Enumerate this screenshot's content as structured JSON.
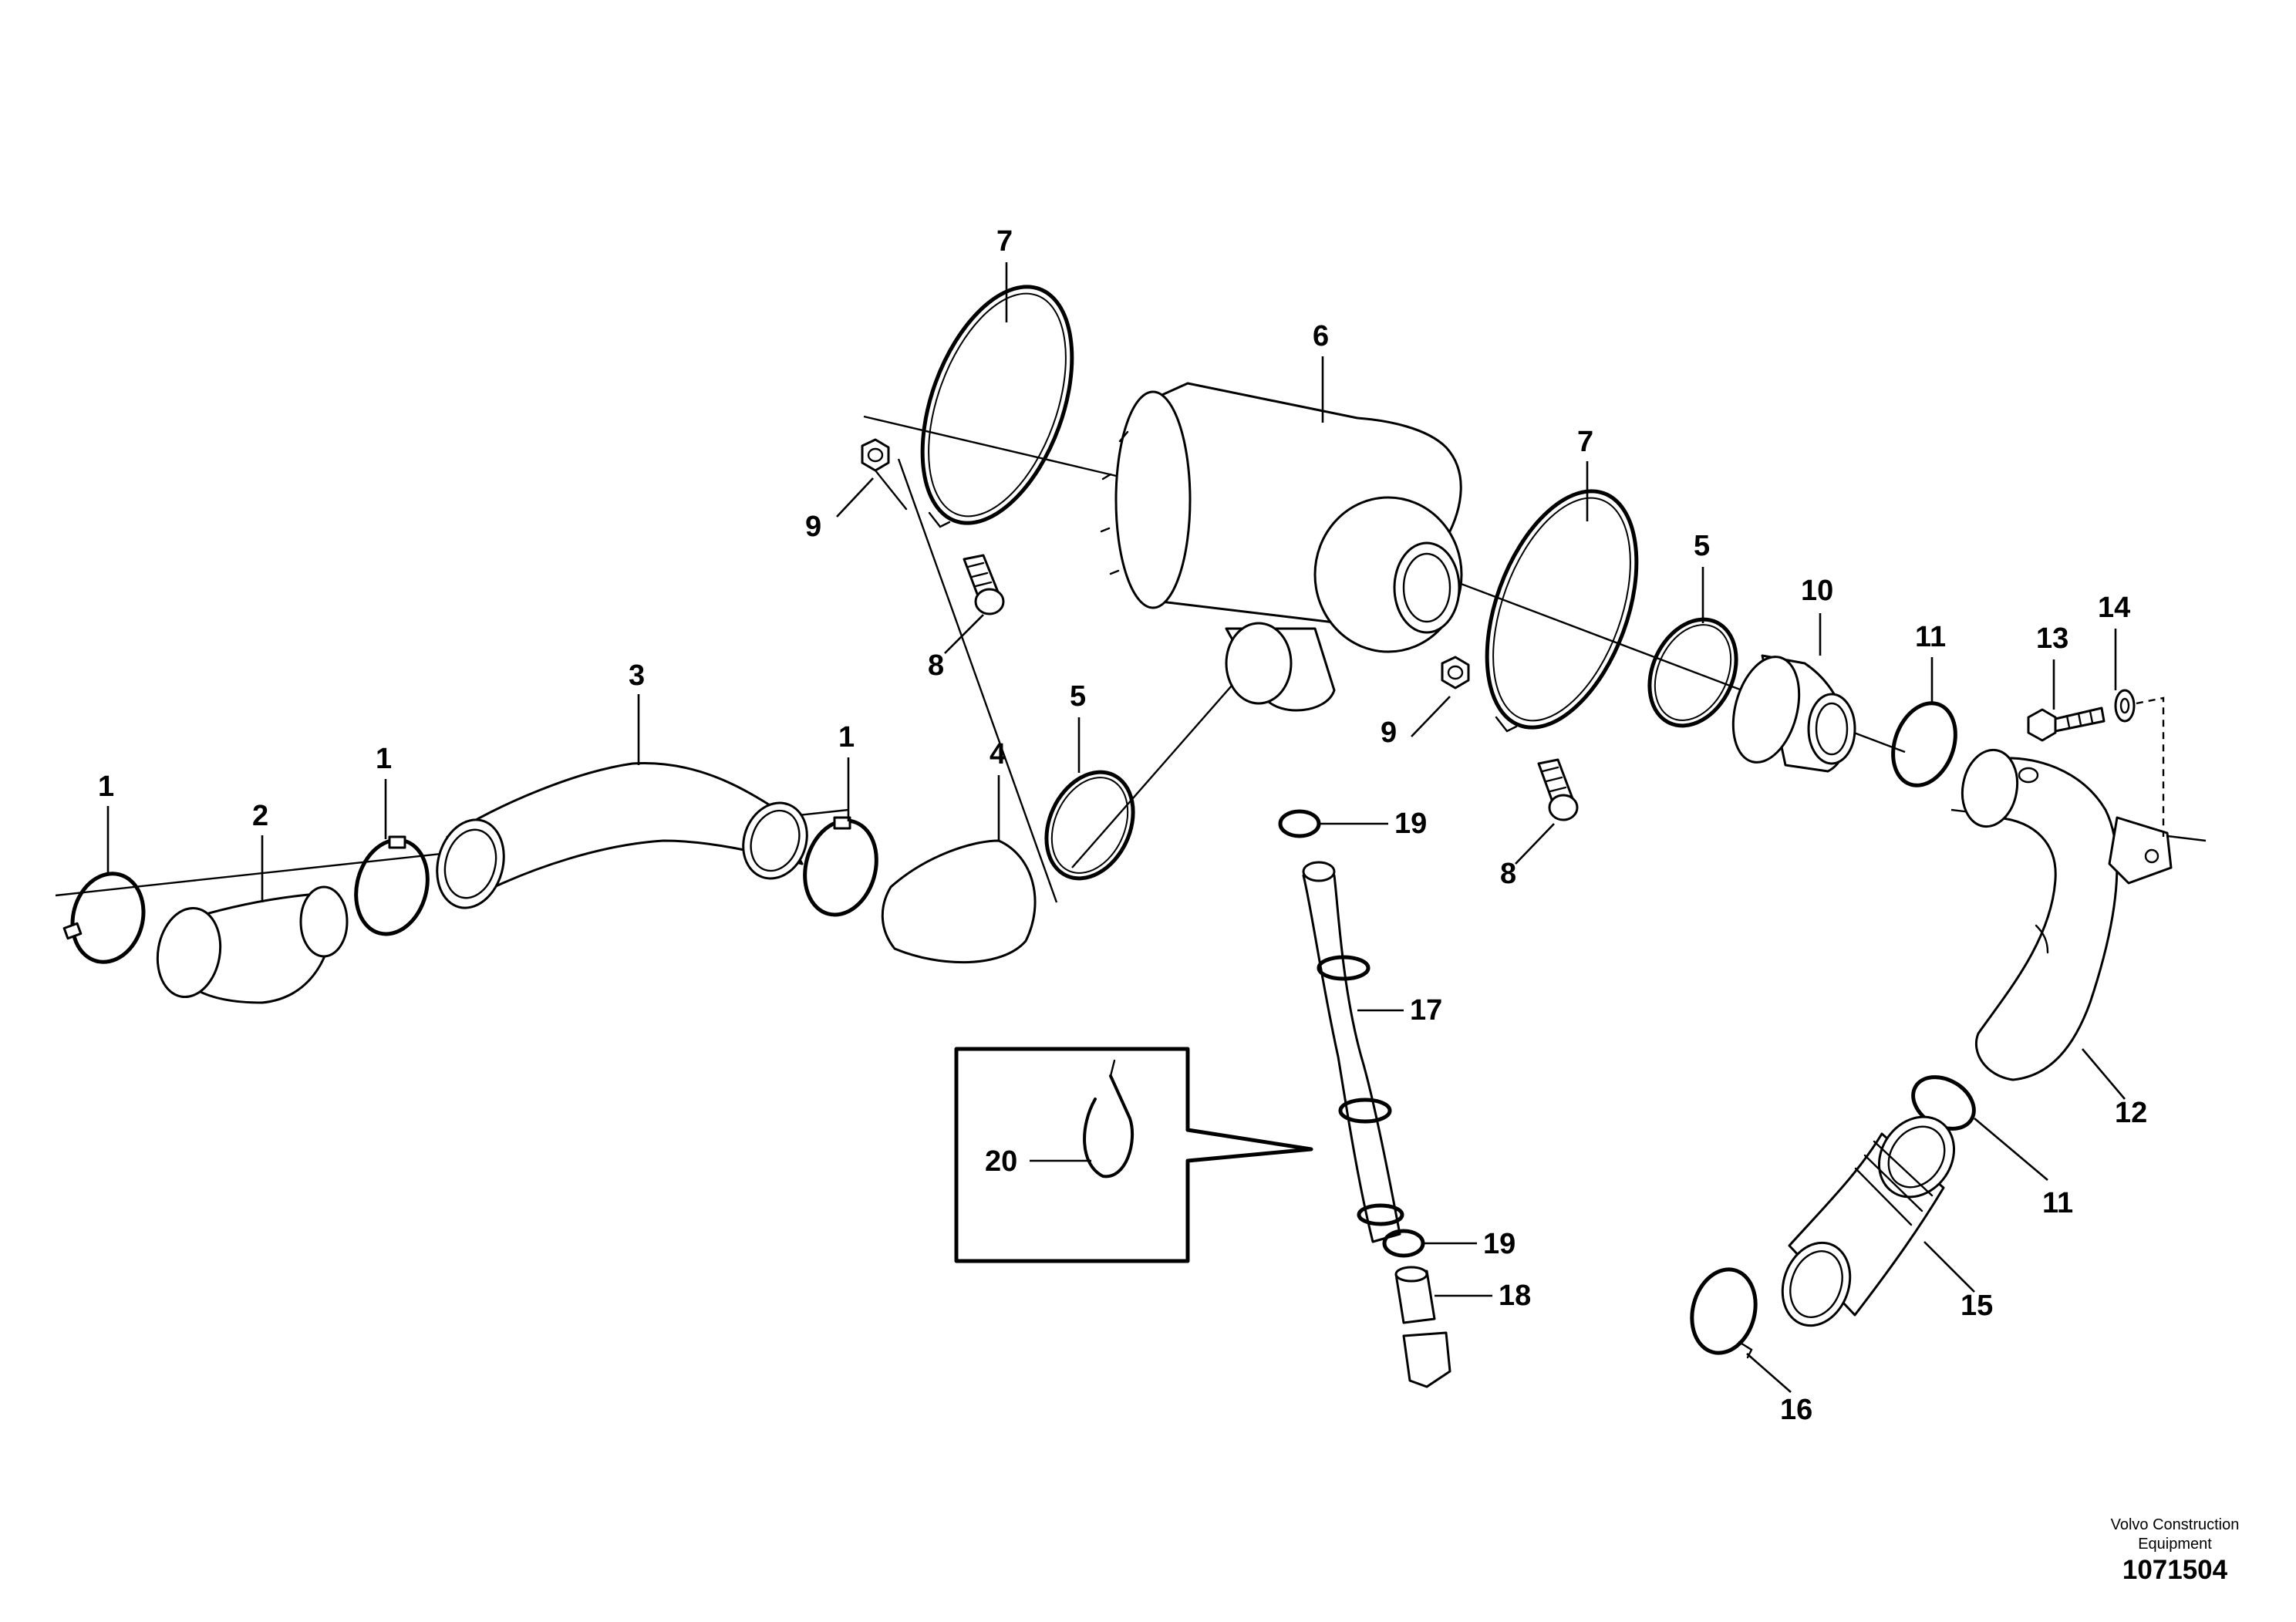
{
  "diagram": {
    "type": "exploded-parts-diagram",
    "callouts": [
      "1",
      "2",
      "3",
      "4",
      "5",
      "6",
      "7",
      "8",
      "9",
      "10",
      "11",
      "12",
      "13",
      "14",
      "15",
      "16",
      "17",
      "18",
      "19",
      "20"
    ]
  },
  "footer": {
    "company_line1": "Volvo Construction",
    "company_line2": "Equipment",
    "drawing_number": "1071504"
  }
}
